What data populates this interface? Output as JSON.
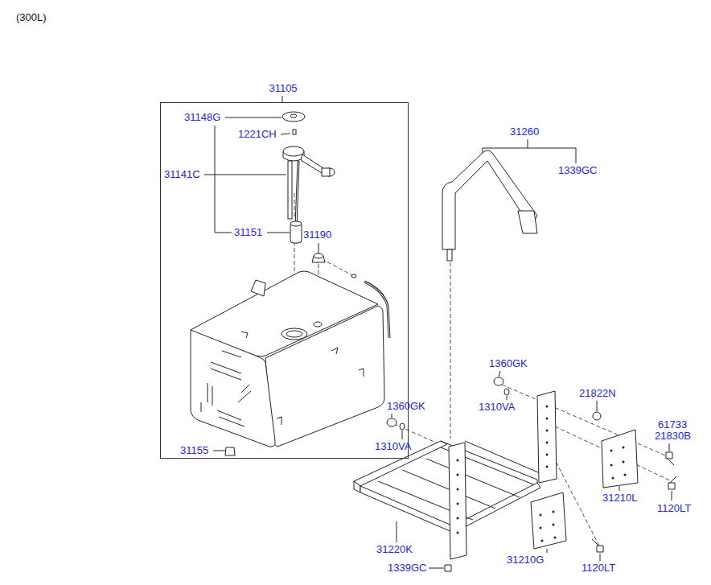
{
  "diagram": {
    "nodes": [
      {
        "text": [
          "31105"
        ]
      }
    ],
    "labels": [
      "(300L)",
      "31148G",
      "1221CH",
      "31141C",
      "31151",
      "31190",
      "31155",
      "31260",
      "1339GC",
      "1360GK",
      "1310VA",
      "1360GK",
      "1310VA",
      "21822N",
      "61733",
      "21830B",
      "31210L",
      "1120LT",
      "31220K",
      "31210G",
      "1120LT",
      "1339GC"
    ]
  }
}
